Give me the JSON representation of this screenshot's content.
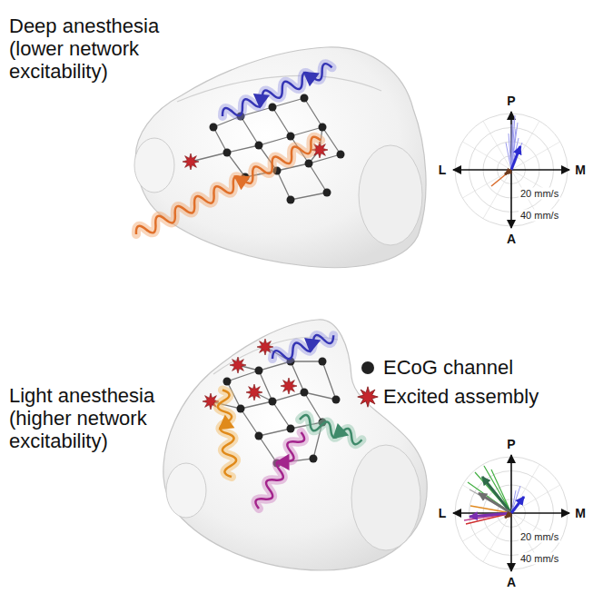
{
  "diagram": {
    "labels": [
      "Deep anesthesia (lower network excitability)",
      "P",
      "L",
      "M",
      "20 mm/s",
      "40 mm/s",
      "A",
      "Light anesthesia (higher network excitability)",
      "P",
      "L",
      "M",
      "20 mm/s",
      "40 mm/s",
      "A"
    ],
    "legend": [
      {
        "text": "ECoG channel"
      },
      {
        "text": "Excited assembly"
      }
    ]
  }
}
